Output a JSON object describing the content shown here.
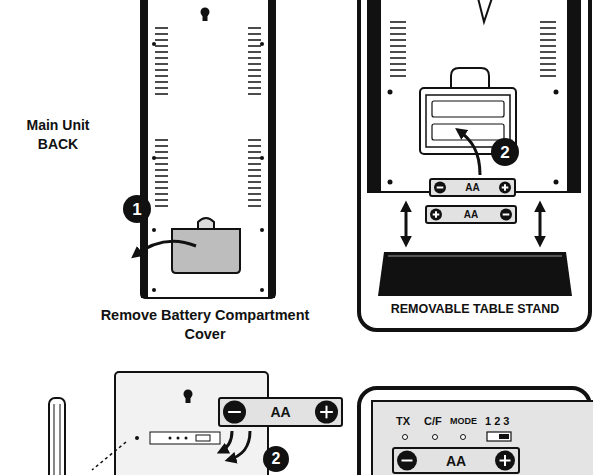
{
  "diagram": {
    "nodes": [
      {
        "text": [
          "2"
        ]
      },
      {
        "text": [
          "AA"
        ]
      },
      {
        "text": [
          "1"
        ]
      },
      {
        "text": [
          "AA"
        ]
      },
      {
        "text": [
          "AA"
        ]
      },
      {
        "text": [
          "AA"
        ]
      },
      {
        "text": [
          "2"
        ]
      }
    ],
    "labels": [
      "Main Unit BACK",
      "Remove Battery Compartment Cover",
      "REMOVABLE TABLE STAND",
      "TX",
      "C/F",
      "MODE",
      "1 2 3"
    ]
  }
}
